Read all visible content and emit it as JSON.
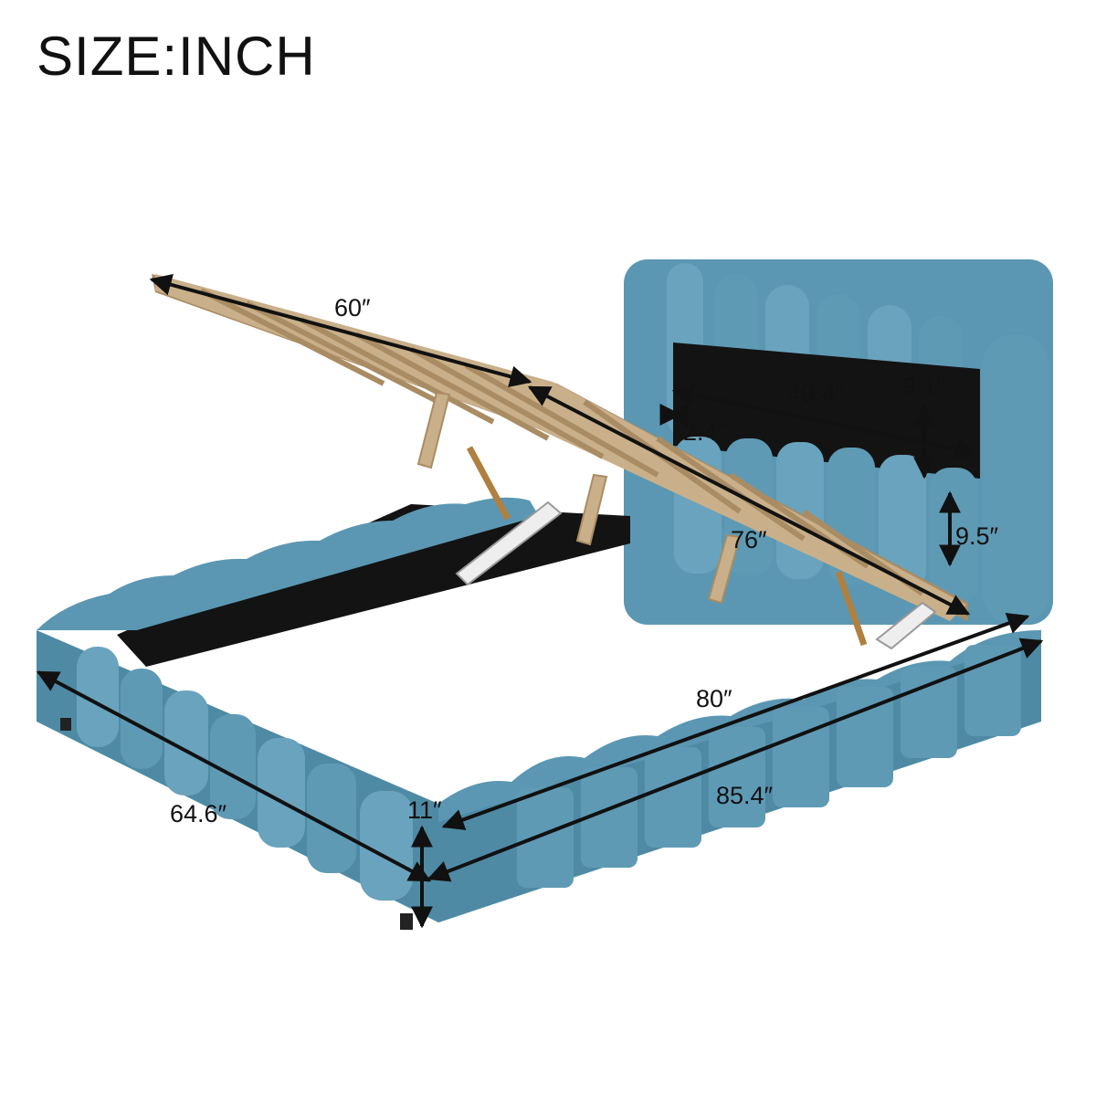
{
  "title": "SIZE:INCH",
  "colors": {
    "upholstery": "#5b97b2",
    "upholstery_dark": "#3f7a96",
    "upholstery_shadow": "#2f6680",
    "wood": "#c9b08a",
    "wood_dark": "#a98c63",
    "board": "#131313",
    "text": "#111111"
  },
  "dimensions": {
    "lift_frame_width": "60″",
    "lift_frame_length": "76″",
    "headboard_panel_width": "49.4″",
    "headboard_panel_height": "9.1″",
    "headboard_inset": "2.4″",
    "headboard_lower_height": "9.5″",
    "inner_length": "80″",
    "outer_length": "85.4″",
    "outer_width": "64.6″",
    "frame_height": "11″"
  }
}
